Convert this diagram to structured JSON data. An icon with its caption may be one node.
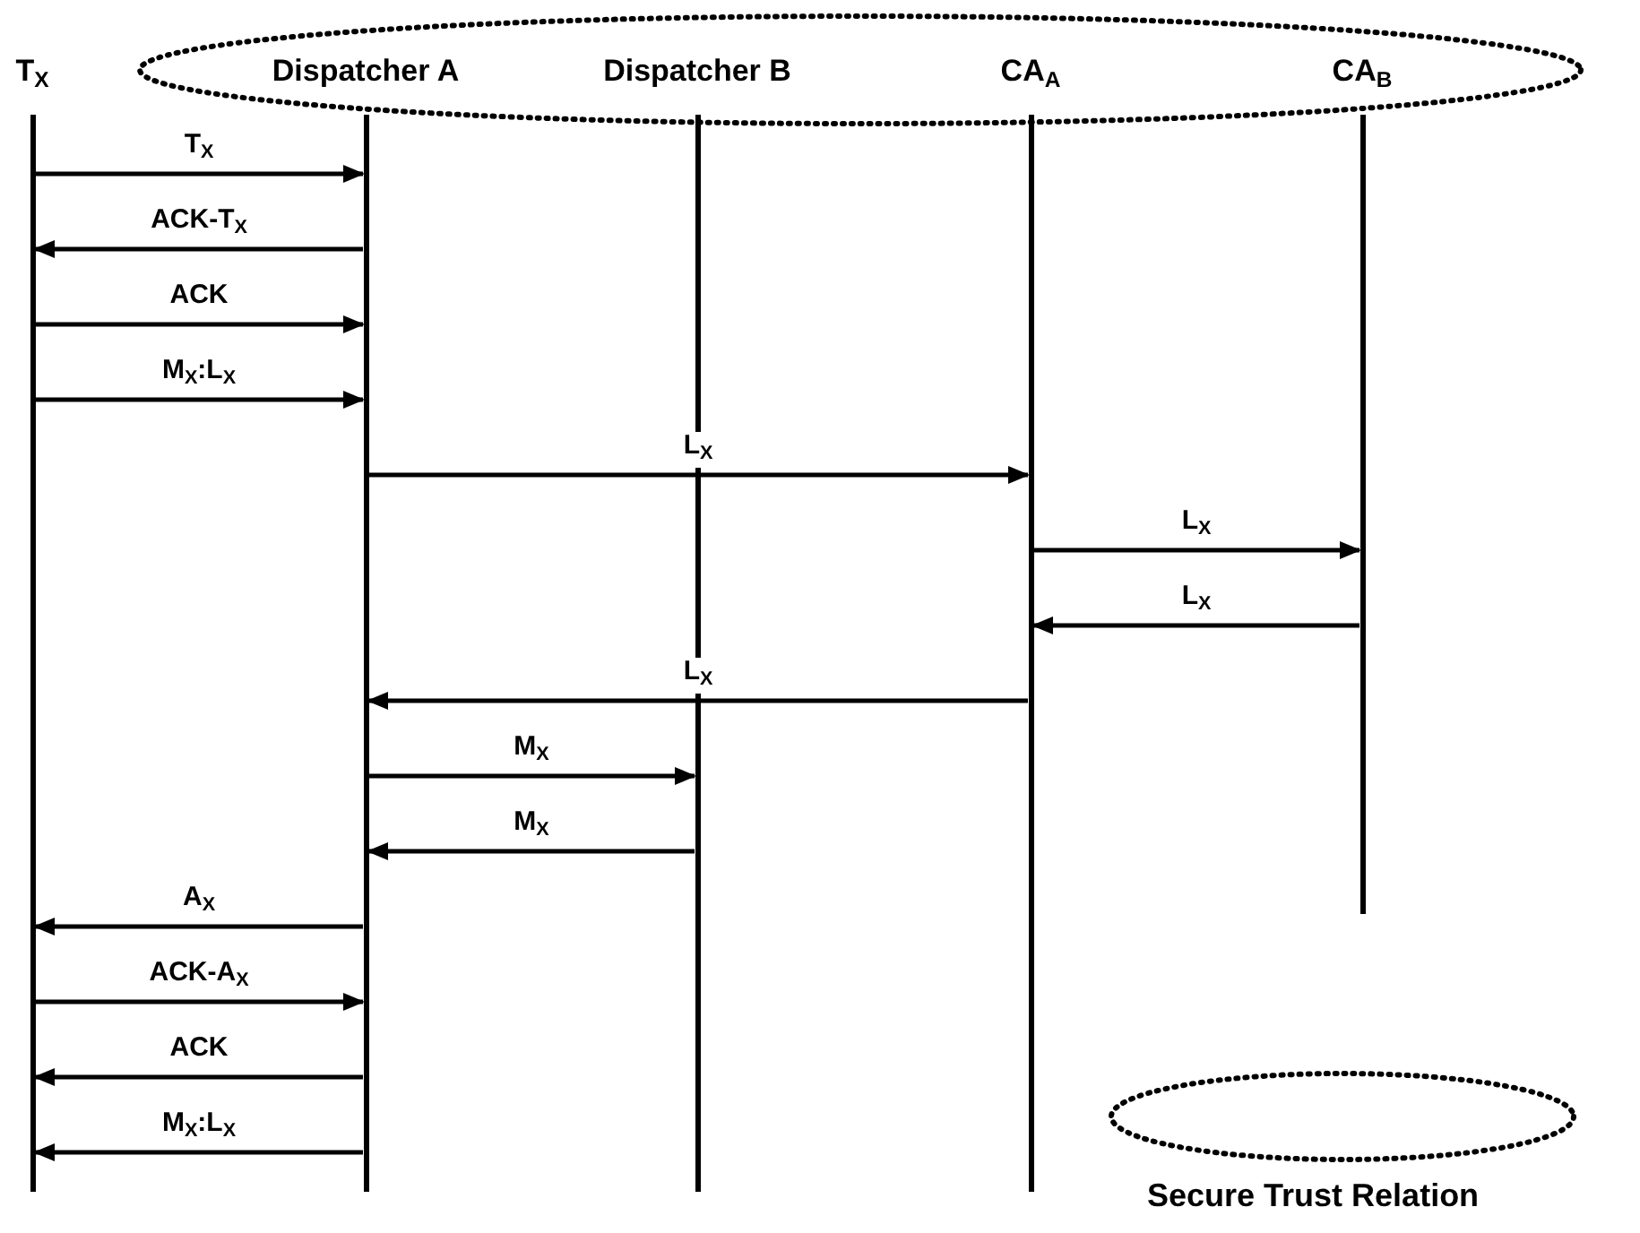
{
  "diagram": {
    "nodes": [
      {
        "text": [
          "T$_{X}$"
        ]
      },
      {
        "text": [
          "Dispatcher A"
        ]
      },
      {
        "text": [
          "Dispatcher B"
        ]
      },
      {
        "text": [
          "CA$_{A}$"
        ]
      },
      {
        "text": [
          "CA$_{B}$"
        ]
      }
    ],
    "edges": [
      {
        "from": 0,
        "to": 1,
        "arrow": "to",
        "label": "T$_{X}$"
      },
      {
        "from": 1,
        "to": 0,
        "arrow": "to",
        "label": "ACK-T$_{X}$"
      },
      {
        "from": 0,
        "to": 1,
        "arrow": "to",
        "label": "ACK"
      },
      {
        "from": 0,
        "to": 1,
        "arrow": "to",
        "label": "M$_{X}$:L$_{X}$"
      },
      {
        "from": 1,
        "to": 3,
        "arrow": "to",
        "label": "L$_{X}$"
      },
      {
        "from": 3,
        "to": 4,
        "arrow": "to",
        "label": "L$_{X}$"
      },
      {
        "from": 4,
        "to": 3,
        "arrow": "to",
        "label": "L$_{X}$"
      },
      {
        "from": 3,
        "to": 1,
        "arrow": "to",
        "label": "L$_{X}$"
      },
      {
        "from": 1,
        "to": 2,
        "arrow": "to",
        "label": "M$_{X}$"
      },
      {
        "from": 2,
        "to": 1,
        "arrow": "to",
        "label": "M$_{X}$"
      },
      {
        "from": 1,
        "to": 0,
        "arrow": "to",
        "label": "A$_{X}$"
      },
      {
        "from": 0,
        "to": 1,
        "arrow": "to",
        "label": "ACK-A$_{X}$"
      },
      {
        "from": 1,
        "to": 0,
        "arrow": "to",
        "label": "ACK"
      },
      {
        "from": 1,
        "to": 0,
        "arrow": "to",
        "label": "M$_{X}$:L$_{X}$"
      }
    ],
    "legend": [
      {
        "text": "Secure Trust Relation"
      }
    ]
  }
}
